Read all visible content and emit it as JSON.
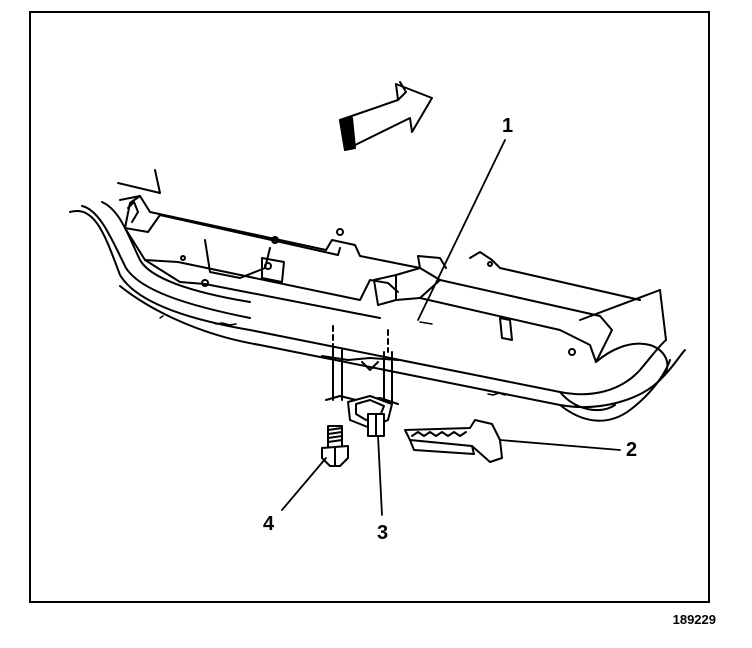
{
  "callouts": {
    "c1": "1",
    "c2": "2",
    "c3": "3",
    "c4": "4"
  },
  "figure_number": "189229",
  "arrow_direction": "forward",
  "line_color": "#000000",
  "background_color": "#ffffff"
}
